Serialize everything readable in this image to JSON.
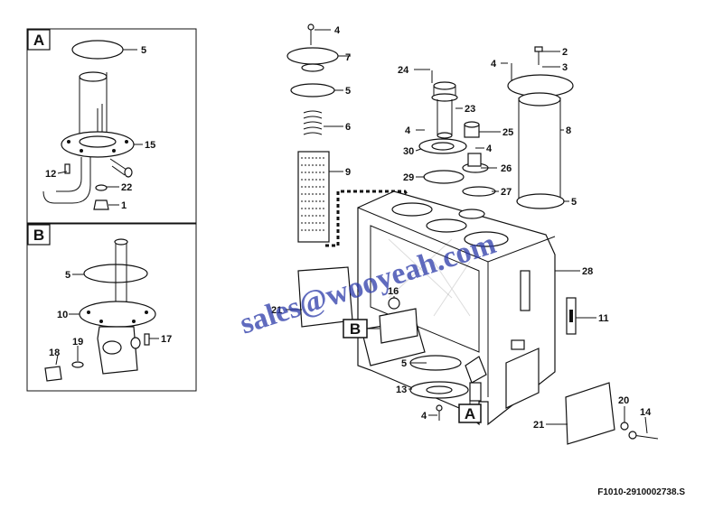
{
  "insets": {
    "a_label": "A",
    "b_label": "B"
  },
  "callouts_main": [
    "4",
    "7",
    "5",
    "6",
    "9",
    "24",
    "23",
    "4",
    "30",
    "29",
    "25",
    "4",
    "26",
    "27",
    "4",
    "2",
    "3",
    "8",
    "5",
    "28",
    "11",
    "16",
    "21",
    "5",
    "13",
    "4",
    "20",
    "14",
    "21"
  ],
  "callouts_a": [
    "5",
    "15",
    "12",
    "22",
    "1"
  ],
  "callouts_b": [
    "5",
    "10",
    "18",
    "19",
    "17"
  ],
  "markers": {
    "a_marker": "A",
    "b_marker": "B"
  },
  "watermark": "sales@wooyeah.com",
  "figure_code": "F1010-2910002738.S"
}
